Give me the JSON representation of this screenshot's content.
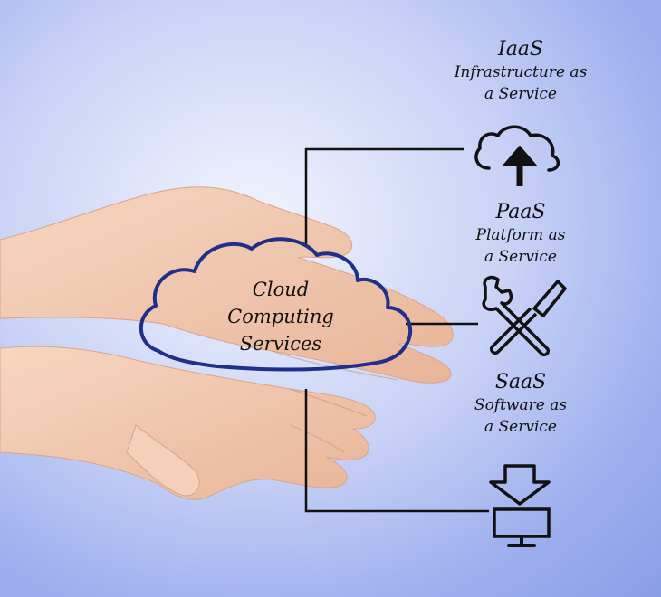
{
  "center": {
    "line1": "Cloud",
    "line2": "Computing",
    "line3": "Services"
  },
  "services": [
    {
      "title": "IaaS",
      "desc_line1": "Infrastructure as",
      "desc_line2": "a Service",
      "icon": "cloud-upload-icon"
    },
    {
      "title": "PaaS",
      "desc_line1": "Platform as",
      "desc_line2": "a Service",
      "icon": "tools-icon"
    },
    {
      "title": "SaaS",
      "desc_line1": "Software as",
      "desc_line2": "a Service",
      "icon": "download-monitor-icon"
    }
  ],
  "colors": {
    "cloud_outline": "#1f2f8a",
    "lines": "#111111",
    "skin": "#f1c6ae"
  }
}
